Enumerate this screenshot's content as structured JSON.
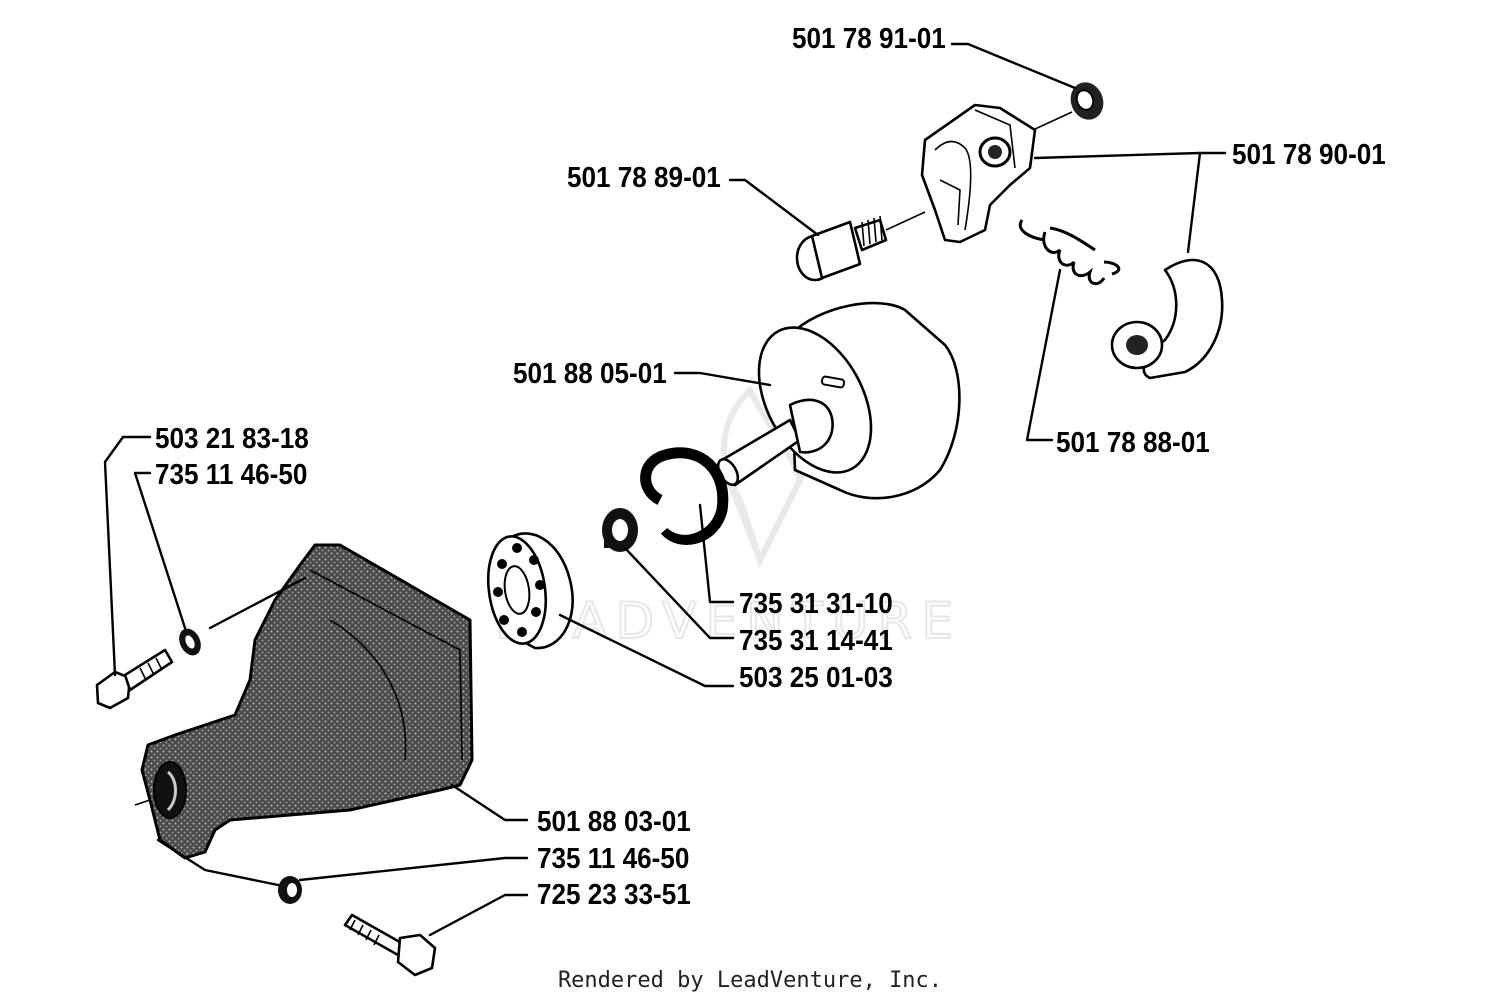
{
  "watermark": {
    "text": "LEADVENTURE"
  },
  "footer": {
    "text": "Rendered by LeadVenture, Inc."
  },
  "labels": {
    "l1": "501 78 91-01",
    "l2": "501 78 90-01",
    "l3": "501 78 89-01",
    "l4": "501 88 05-01",
    "l5": "501 78 88-01",
    "l6": "503 21 83-18",
    "l7": "735 11 46-50",
    "l8": "735 31 31-10",
    "l9": "735 31 14-41",
    "l10": "503 25 01-03",
    "l11": "501 88 03-01",
    "l12": "735 11 46-50",
    "l13": "725 23 33-51"
  },
  "colors": {
    "ink": "#000000",
    "watermark": "#e6e6e6",
    "background": "#ffffff"
  }
}
